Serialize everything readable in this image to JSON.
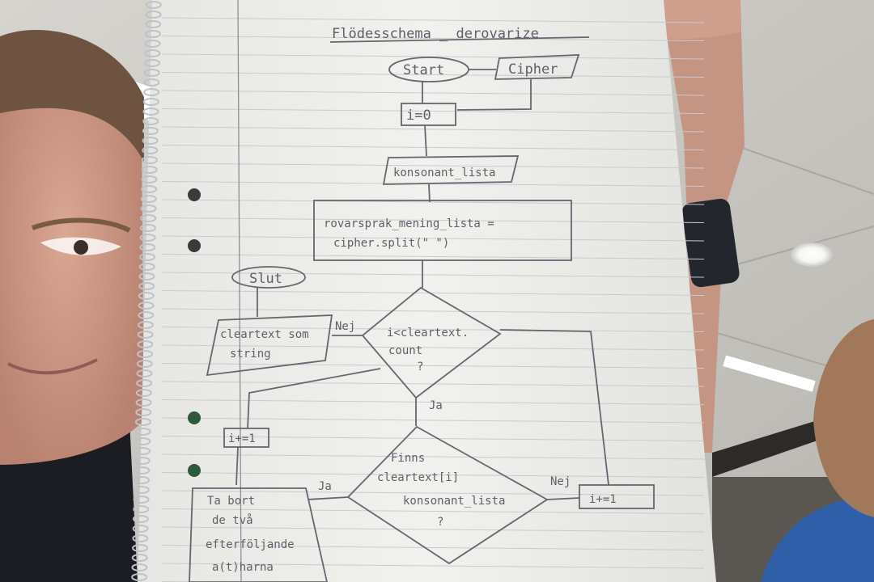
{
  "photo": {
    "subject": "person holding handwritten flowchart notebook page",
    "colors": {
      "paper": "#efefec",
      "pencil": "#5d5f66",
      "wall": "#c9c7c2",
      "shirt": "#1c1d22"
    }
  },
  "flowchart": {
    "title": "Flödesschema _ derovarize",
    "nodes": {
      "start": "Start",
      "cipher": "Cipher",
      "init_i": "i=0",
      "consonants": "konsonant_lista",
      "split_line1": "rovarsprak_mening_lista =",
      "split_line2": "cipher.split(\" \")",
      "end": "Slut",
      "output_line1": "cleartext som",
      "output_line2": "string",
      "loop_cond_line1": "i<cleartext.",
      "loop_cond_line2": "count",
      "loop_cond_line3": "?",
      "check_line1": "Finns",
      "check_line2": "cleartext[i]",
      "check_line3": "konsonant_lista",
      "check_line4": "?",
      "inc_left": "i+=1",
      "inc_right": "i+=1",
      "remove_line1": "Ta bort",
      "remove_line2": "de två",
      "remove_line3": "efterföljande",
      "remove_line4": "a(t)harna"
    },
    "edge_labels": {
      "no_top": "Nej",
      "yes_top": "Ja",
      "yes_left": "Ja",
      "no_right": "Nej"
    }
  }
}
